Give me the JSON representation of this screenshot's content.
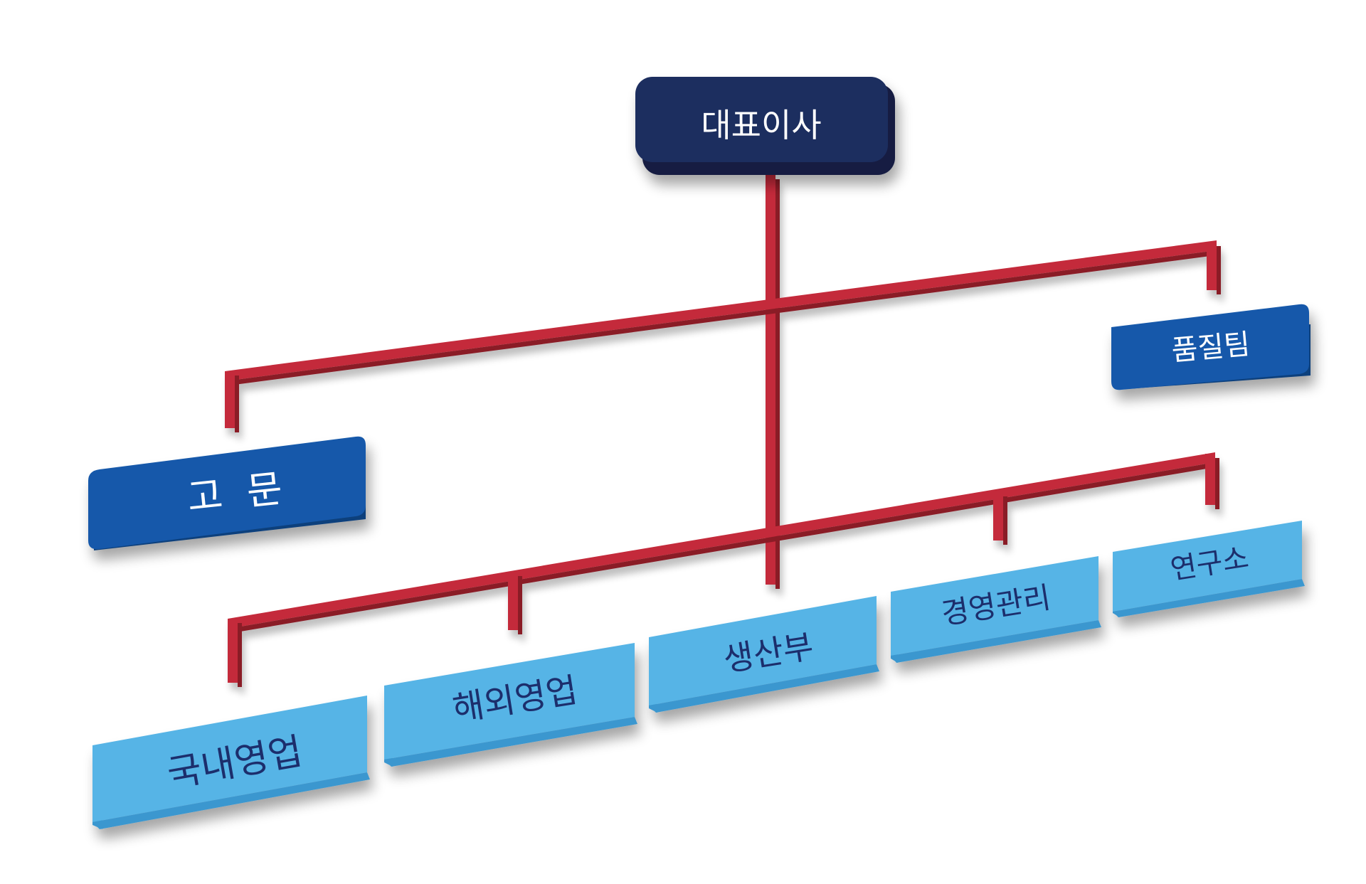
{
  "org_chart": {
    "ceo": "대표이사",
    "advisor": "고  문",
    "quality": "품질팀",
    "departments": [
      "국내영업",
      "해외영업",
      "생산부",
      "경영관리",
      "연구소"
    ]
  },
  "colors": {
    "ceo_fill": "#1f2d5f",
    "ceo_side": "#141d42",
    "staff_fill": "#1459aa",
    "staff_side": "#0d3f7c",
    "dept_fill": "#56b4e6",
    "dept_side": "#3b97cf",
    "dept_text": "#1d2f6c",
    "light_text": "#ffffff",
    "connector": "#c42b3a",
    "connector_dark": "#8a1d28"
  }
}
